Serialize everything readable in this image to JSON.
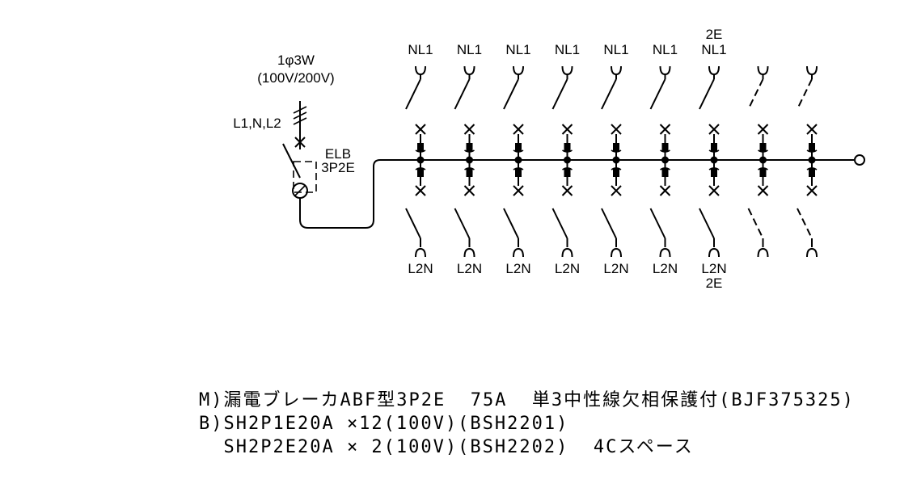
{
  "supply": {
    "phase_label": "1φ3W",
    "voltage_label": "(100V/200V)",
    "lines_label": "L1,N,L2"
  },
  "main_breaker": {
    "type_label": "ELB",
    "poles_label": "3P2E"
  },
  "branches": [
    {
      "top_label": "NL1",
      "top_extra": "",
      "bottom_label": "L2N",
      "bottom_extra": "",
      "spare": false
    },
    {
      "top_label": "NL1",
      "top_extra": "",
      "bottom_label": "L2N",
      "bottom_extra": "",
      "spare": false
    },
    {
      "top_label": "NL1",
      "top_extra": "",
      "bottom_label": "L2N",
      "bottom_extra": "",
      "spare": false
    },
    {
      "top_label": "NL1",
      "top_extra": "",
      "bottom_label": "L2N",
      "bottom_extra": "",
      "spare": false
    },
    {
      "top_label": "NL1",
      "top_extra": "",
      "bottom_label": "L2N",
      "bottom_extra": "",
      "spare": false
    },
    {
      "top_label": "NL1",
      "top_extra": "",
      "bottom_label": "L2N",
      "bottom_extra": "",
      "spare": false
    },
    {
      "top_label": "NL1",
      "top_extra": "2E",
      "bottom_label": "L2N",
      "bottom_extra": "2E",
      "spare": false
    },
    {
      "top_label": "",
      "top_extra": "",
      "bottom_label": "",
      "bottom_extra": "",
      "spare": true
    },
    {
      "top_label": "",
      "top_extra": "",
      "bottom_label": "",
      "bottom_extra": "",
      "spare": true
    }
  ],
  "spec_lines": [
    "M)漏電ブレーカABF型3P2E  75A  単3中性線欠相保護付(BJF375325)",
    "B)SH2P1E20A ×12(100V)(BSH2201)",
    "  SH2P2E20A × 2(100V)(BSH2202)  4Cスペース"
  ]
}
